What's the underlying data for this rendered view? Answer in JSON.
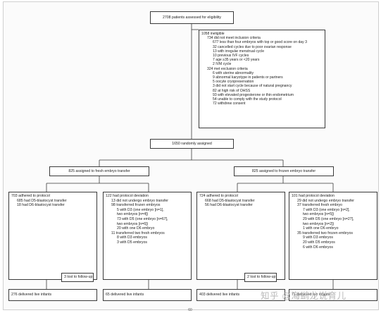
{
  "colors": {
    "border": "#3a3a3a",
    "line": "#3a3a3a",
    "background": "#ffffff",
    "watermark": "#b9b9b9"
  },
  "assessed": "2708 patients assessed for eligibility",
  "ineligible": {
    "title": "1058 ineligible",
    "inclusion_title": "734 did not meet inclusion criteria",
    "inclusion_items": [
      "677 less than four embryos with top or good score on day 3",
      "32 cancelled cycles due to poor ovarian response",
      "13 with irregular menstrual cycle",
      "10 previous IVF cycles",
      "7 age ≥35 years or <20 years",
      "2 IVM cycle"
    ],
    "exclusion_title": "324 met exclusion criteria",
    "exclusion_items": [
      "6 with uterine abnormality",
      "9 abnormal karyotype in patients or partners",
      "5 oocyte cryopreservation",
      "3 did not start cycle because of natural pregnancy",
      "82 at high risk of OHSS",
      "93 with elevated progesterone or thin endometrium",
      "54 unable to comply with the study protocol",
      "72 withdrew consent"
    ]
  },
  "randomized": "1650 randomly assigned",
  "fresh": {
    "assigned": "825 assigned to fresh embryo transfer",
    "adhered": [
      "703 adhered to protocol",
      "685 had D5-blastocyst transfer",
      "18 had D6-blastocyst transfer"
    ],
    "deviation": [
      "122 had protocol deviation",
      "13 did not undergo embryo transfer",
      "98 transferred frozen embryos",
      "5 with D3 (one embryo [n=1],",
      "two embryos [n=4])",
      "73 with D5 (one embryo [n=67],",
      "two embryos [n=6])",
      "20 with one D6 embryo",
      "11 transferred two fresh embryos",
      "8 with D3 embryos",
      "3 with D5 embryos"
    ],
    "lost": "3 lost to follow-up",
    "delivered_adhered": "276 delivered live infants",
    "delivered_deviation": "65 delivered live infants"
  },
  "frozen": {
    "assigned": "825 assigned to frozen embryo transfer",
    "adhered": [
      "724 adhered to protocol",
      "668 had D5-blastocyst transfer",
      "56 had D6-blastocyst transfer"
    ],
    "deviation": [
      "101 had protocol deviation",
      "29 did not undergo embryo transfer",
      "37 transferred fresh embryo",
      "7 with D3 (one embryo [n=2],",
      "two embryos [n=5])",
      "29 with D5 (one embryo [n=27],",
      "two embryos [n=2])",
      "1 with one D6 embryo",
      "35 transferred two frozen embryos",
      "9 with D3 embryos",
      "20 with D5 embryos",
      "6 with D6 embryos"
    ],
    "lost": "2 lost to follow-up",
    "delivered_adhered": "403 delivered live infants",
    "delivered_deviation": "71 delivered live infants"
  },
  "page_number": "60",
  "watermark": "知乎 @海鹚龙说育儿"
}
